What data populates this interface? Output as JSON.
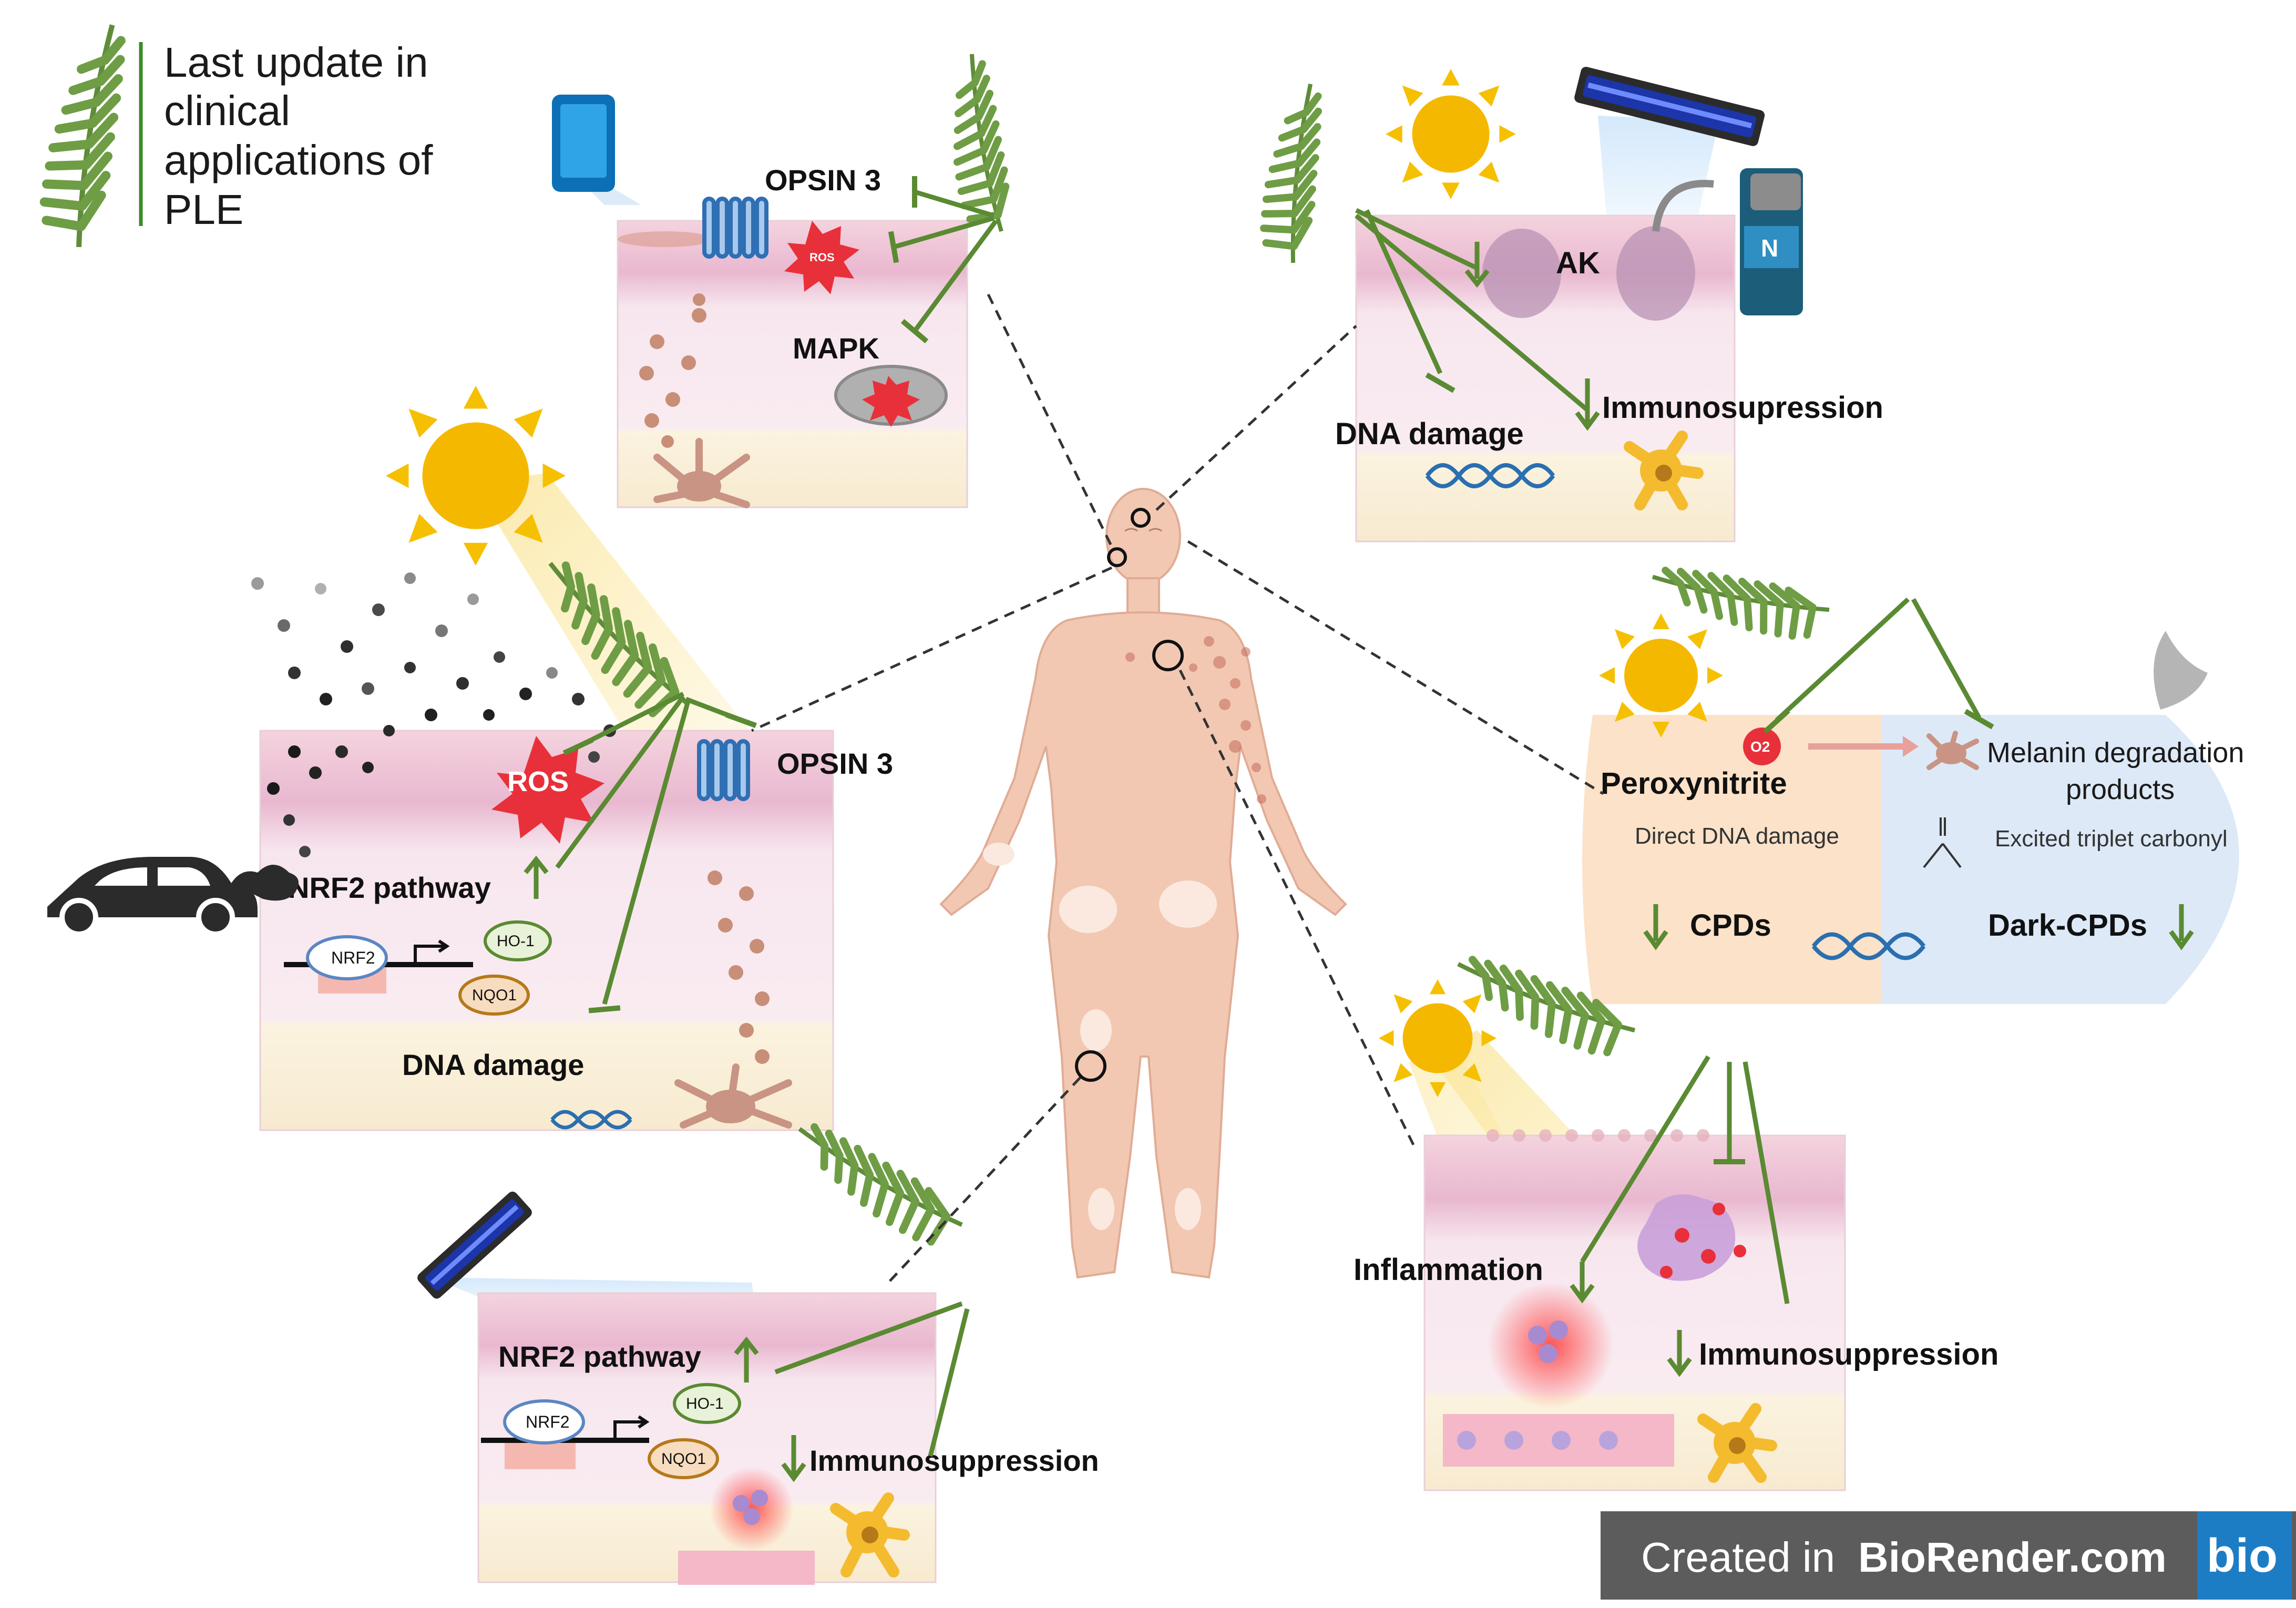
{
  "title_lines": [
    "Last update in",
    "clinical",
    "applications of",
    "PLE"
  ],
  "panels": {
    "top_center": {
      "opsin": "OPSIN 3",
      "mapk": "MAPK",
      "ros": "ROS"
    },
    "top_right": {
      "ak": "AK",
      "dna": "DNA damage",
      "immuno": "Immunosupression",
      "n2": "N"
    },
    "left": {
      "ros": "ROS",
      "opsin": "OPSIN 3",
      "nrf2_pathway": "NRF2 pathway",
      "nrf2": "NRF2",
      "ho1": "HO-1",
      "nqo1": "NQO1",
      "dna": "DNA damage"
    },
    "bottom_center": {
      "nrf2_pathway": "NRF2 pathway",
      "nrf2": "NRF2",
      "ho1": "HO-1",
      "nqo1": "NQO1",
      "immuno": "Immunosuppression"
    },
    "right_oval": {
      "o2": "O2",
      "peroxynitrite": "Peroxynitrite",
      "direct_dna": "Direct DNA damage",
      "cpds": "CPDs",
      "melanin": "Melanin degradation",
      "products": "products",
      "triplet": "Excited triplet carbonyl",
      "dark_cpds": "Dark-CPDs"
    },
    "bottom_right": {
      "inflammation": "Inflammation",
      "immuno": "Immunosuppression"
    }
  },
  "footer": {
    "created": "Created in",
    "brand": "BioRender.com",
    "logo": "bio"
  },
  "colors": {
    "green": "#5a8a32",
    "skin": "#f2c8b2",
    "sun": "#f5b800",
    "oval_left": "#fbe2c8",
    "oval_right": "#dde9f7",
    "dark_bar": "#5c5c5c",
    "blue_logo": "#1d7dc4"
  }
}
